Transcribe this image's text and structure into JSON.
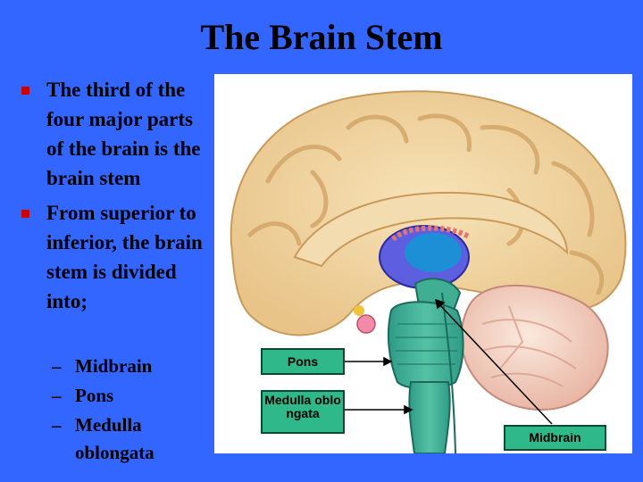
{
  "title": "The Brain Stem",
  "bullets": [
    {
      "text": "The third of the four major parts of the brain is the brain stem"
    },
    {
      "text": "From superior to inferior, the brain stem is divided into;"
    }
  ],
  "sub_bullets": [
    "Midbrain",
    "Pons",
    "Medulla oblongata"
  ],
  "sub_bullet_marker": "–",
  "labels": {
    "pons": "Pons",
    "medulla": "Medulla oblongata",
    "midbrain": "Midbrain"
  },
  "colors": {
    "background": "#3366ff",
    "bullet": "#cc0000",
    "label_box": "#2fb88a"
  }
}
